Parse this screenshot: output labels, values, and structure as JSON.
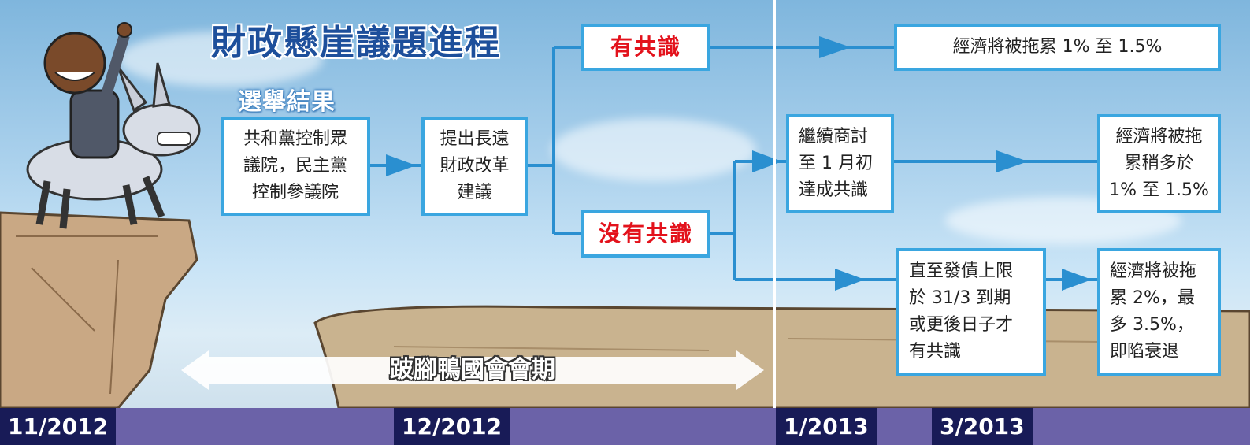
{
  "title": "財政懸崖議題進程",
  "subtitle": "選舉結果",
  "boxes": {
    "election_result": "共和黨控制眾\n議院，民主黨\n控制參議院",
    "proposal": "提出長遠\n財政改革\n建議",
    "consensus": "有共識",
    "no_consensus": "沒有共識",
    "outcome_consensus": "經濟將被拖累 1% 至 1.5%",
    "negotiate": "繼續商討\n至 1 月初\n達成共識",
    "outcome_negotiate": "經濟將被拖\n累稍多於\n1% 至 1.5%",
    "debt_ceiling": "直至發債上限\n於 31/3 到期\n或更後日子才\n有共識",
    "outcome_debt": "經濟將被拖\n累 2%，最\n多 3.5%，\n即陷衰退"
  },
  "session_label": "跛腳鴨國會會期",
  "timeline": {
    "d1": "11/2012",
    "d2": "12/2012",
    "d3": "1/2013",
    "d4": "3/2013"
  },
  "colors": {
    "flow_line": "#2a8fd0",
    "box_border": "#3aa6e0",
    "highlight_text": "#e3121c",
    "timeline_bar": "#6b62a8",
    "date_tab": "#181b57"
  }
}
